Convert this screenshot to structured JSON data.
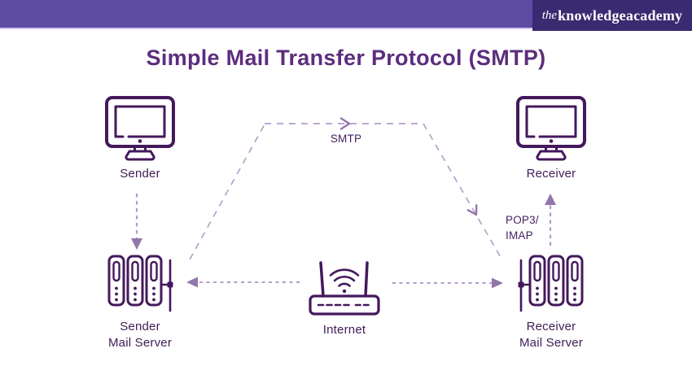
{
  "header": {
    "logo": {
      "prefix": "the",
      "main": "knowledge",
      "suffix": "academy"
    }
  },
  "title": "Simple Mail Transfer Protocol (SMTP)",
  "nodes": {
    "sender": {
      "label": "Sender",
      "icon": "desktop-monitor-icon"
    },
    "receiver": {
      "label": "Receiver",
      "icon": "desktop-monitor-icon"
    },
    "sender_mail_server": {
      "label_line1": "Sender",
      "label_line2": "Mail Server",
      "icon": "server-rack-icon"
    },
    "internet": {
      "label": "Internet",
      "icon": "wifi-router-icon"
    },
    "receiver_mail_server": {
      "label_line1": "Receiver",
      "label_line2": "Mail Server",
      "icon": "server-rack-icon"
    }
  },
  "flow_labels": {
    "smtp": "SMTP",
    "pop3_line1": "POP3/",
    "pop3_line2": "IMAP"
  },
  "colors": {
    "header_bar": "#5d4ba4",
    "logo_box": "#3a2a71",
    "header_underline": "#cfc9ea",
    "title_text": "#5c2d7d",
    "icon_stroke": "#44195c",
    "node_label_text": "#3f1d56",
    "flow_label_text": "#45215f",
    "arrow_dash": "#b29cca",
    "arrow_head": "#9377ab",
    "background": "#ffffff"
  }
}
